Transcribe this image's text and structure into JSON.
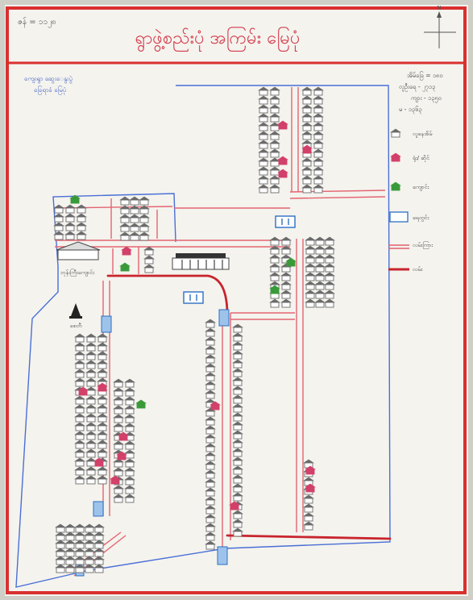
{
  "header": {
    "corner_note": "ဇန် = ၁၁၂၈",
    "title": "ရွာ​ဖွဲ့​စည်းပုံ​ အ​ကြမ်း​ ​မြေပုံ",
    "north_symbol": "N"
  },
  "top_left_note": {
    "line1": "ကျေးရွာ ​ဆွေး​ေနွးပွဲ",
    "line2": "ခြေရာ​ခံ မြေပုံ"
  },
  "stats": {
    "line1": "အိမ်ခြေ = ၁၈၀",
    "line2": "လူဦးရေ - ၂၇၁၃",
    "line3": "ကျား - ၁၃၅၀",
    "line4": "မ - ၁၃၆၃"
  },
  "legend": {
    "items": [
      {
        "icon": "house-icon",
        "label": "လူ​နေ​အိမ်",
        "color": "#6b6b6b"
      },
      {
        "icon": "house-icon",
        "label": "ရုံး​/ ​ဆိုင်",
        "color": "#d2416a"
      },
      {
        "icon": "house-icon",
        "label": "ကျောင်း",
        "color": "#3a9a3a"
      },
      {
        "icon": "well-icon",
        "label": "ရေတွင်း",
        "color": "#2d6fc2"
      },
      {
        "icon": "road-icon",
        "label": "လမ်းကြား",
        "color": "#e0606b"
      },
      {
        "icon": "road-icon",
        "label": "လမ်း",
        "color": "#c8242d"
      }
    ]
  },
  "map_labels": {
    "monastery_label": "ဘုန်းကြီးကျောင်း",
    "pagoda_label": "စေတီ"
  },
  "colors": {
    "paper": "#f4f3ee",
    "frame": "#d9302f",
    "boundary": "#4a6fd6",
    "lane": "#e46470",
    "road": "#c8242d",
    "house": "#6b6b6b",
    "pink_house": "#d2416a",
    "green_house": "#3a9a3a",
    "well": "#2d6fc2",
    "text_red": "#d43a4a",
    "text_blue": "#3d5cc0"
  }
}
